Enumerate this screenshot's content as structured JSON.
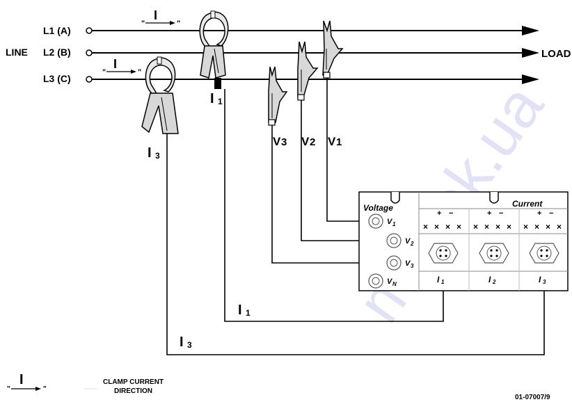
{
  "lines": [
    {
      "label": "L1 (A)"
    },
    {
      "label": "L2 (B)"
    },
    {
      "label": "L3 (C)"
    }
  ],
  "line_group_label": "LINE",
  "load_label": "LOAD",
  "current_arrow_quote_open": "\"",
  "current_arrow_quote_close": "\"",
  "current_symbol": "I",
  "probe_labels": {
    "v1": "V1",
    "v2": "V2",
    "v3": "V3"
  },
  "clamp_labels": {
    "i1": "I1",
    "i3": "I3"
  },
  "clamp_label_letter": "I",
  "subscripts": {
    "one": "1",
    "two": "2",
    "three": "3",
    "n": "N"
  },
  "meter": {
    "voltage_label": "Voltage",
    "current_label": "Current",
    "terminals": [
      "V",
      "V",
      "V",
      "V"
    ],
    "plus": "+",
    "minus": "−",
    "x_mark": "×",
    "current_inputs": [
      "I",
      "I",
      "I"
    ]
  },
  "legend": {
    "text_line1": "CLAMP  CURRENT",
    "text_line2": "DIRECTION"
  },
  "figure_code": "01-07007/9",
  "watermark": "mydek.ua"
}
